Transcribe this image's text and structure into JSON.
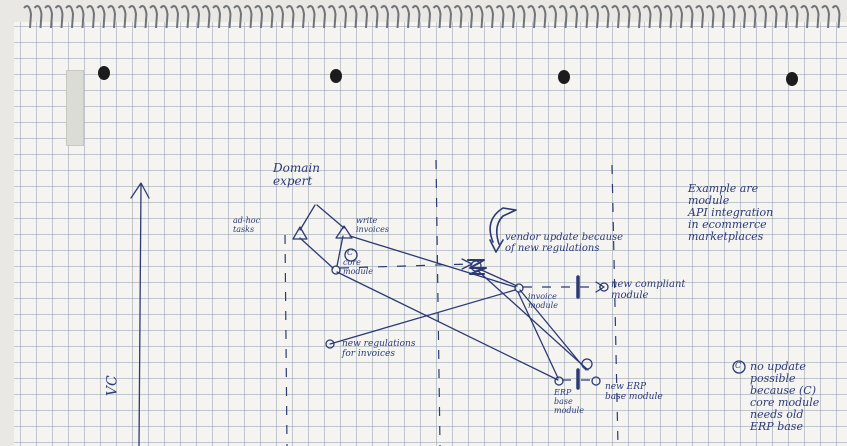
{
  "diagram": {
    "axis_label": "VC",
    "labels": {
      "domain_expert": "Domain\nexpert",
      "ad_hoc_tasks": "ad-hoc\ntasks",
      "write_invoices": "write\ninvoices",
      "core_module": "core\nmodule",
      "core_module_circled": "C",
      "vendor_update": "vendor update because\nof new regulations",
      "new_compliant_module": "new compliant\nmodule",
      "invoice_module": "invoice\nmodule",
      "new_regulations": "new regulations\nfor invoices",
      "new_erp_base_module": "new ERP\nbase module",
      "erp_base_module": "ERP\nbase\nmodule",
      "example_note": "Example are\nmodule\nAPI integration\nin ecommerce\nmarketplaces",
      "footnote": "no update\npossible\nbecause (C)\ncore module\nneeds old\nERP base",
      "footnote_marker": "C"
    }
  }
}
